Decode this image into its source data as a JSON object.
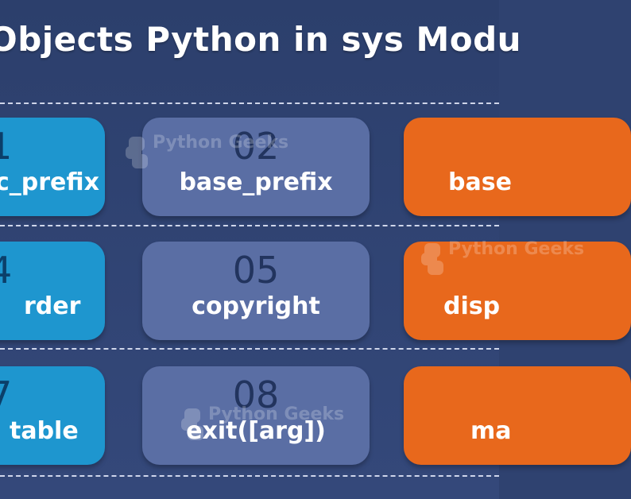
{
  "title": "Objects Python in sys Modu",
  "watermark_text": "Python Geeks",
  "colors": {
    "background": "#2f4270",
    "card_blue": "#1e96cf",
    "card_slate": "#5a6ea4",
    "card_orange": "#e8681c",
    "dashed_line": "#ebf0ff"
  },
  "cards": [
    {
      "number": "1",
      "label": "c_prefix",
      "color": "blue"
    },
    {
      "number": "02",
      "label": "base_prefix",
      "color": "slate"
    },
    {
      "number": "",
      "label": "base",
      "color": "orange"
    },
    {
      "number": "4",
      "label": "rder",
      "color": "blue"
    },
    {
      "number": "05",
      "label": "copyright",
      "color": "slate"
    },
    {
      "number": "",
      "label": "disp",
      "color": "orange"
    },
    {
      "number": "7",
      "label": "table",
      "color": "blue"
    },
    {
      "number": "08",
      "label": "exit([arg])",
      "color": "slate"
    },
    {
      "number": "",
      "label": "ma",
      "color": "orange"
    }
  ]
}
